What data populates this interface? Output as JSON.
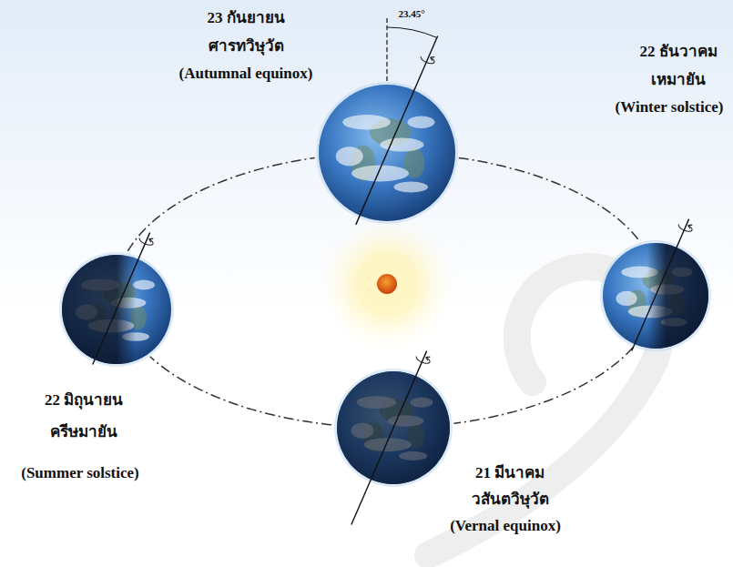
{
  "diagram": {
    "nodes": [
      {
        "text": [
          "23 กันยายน",
          "ศารทวิษุวัต",
          "(Autumnal equinox)"
        ]
      },
      {
        "text": [
          "22 ธันวาคม",
          "เหมายัน",
          "(Winter solstice)"
        ]
      },
      {
        "text": [
          "22 มิถุนายน",
          "ครีษมายัน",
          "(Summer solstice)"
        ]
      },
      {
        "text": [
          "21 มีนาคม",
          "วสันตวิษุวัต",
          "(Vernal equinox)"
        ]
      }
    ],
    "edges": [
      {
        "from": 0,
        "to": 1,
        "arrow": "none"
      },
      {
        "from": 1,
        "to": 3,
        "arrow": "none"
      },
      {
        "from": 3,
        "to": 2,
        "arrow": "none"
      },
      {
        "from": 2,
        "to": 0,
        "arrow": "none"
      }
    ],
    "labels": [
      "23.45°"
    ]
  }
}
